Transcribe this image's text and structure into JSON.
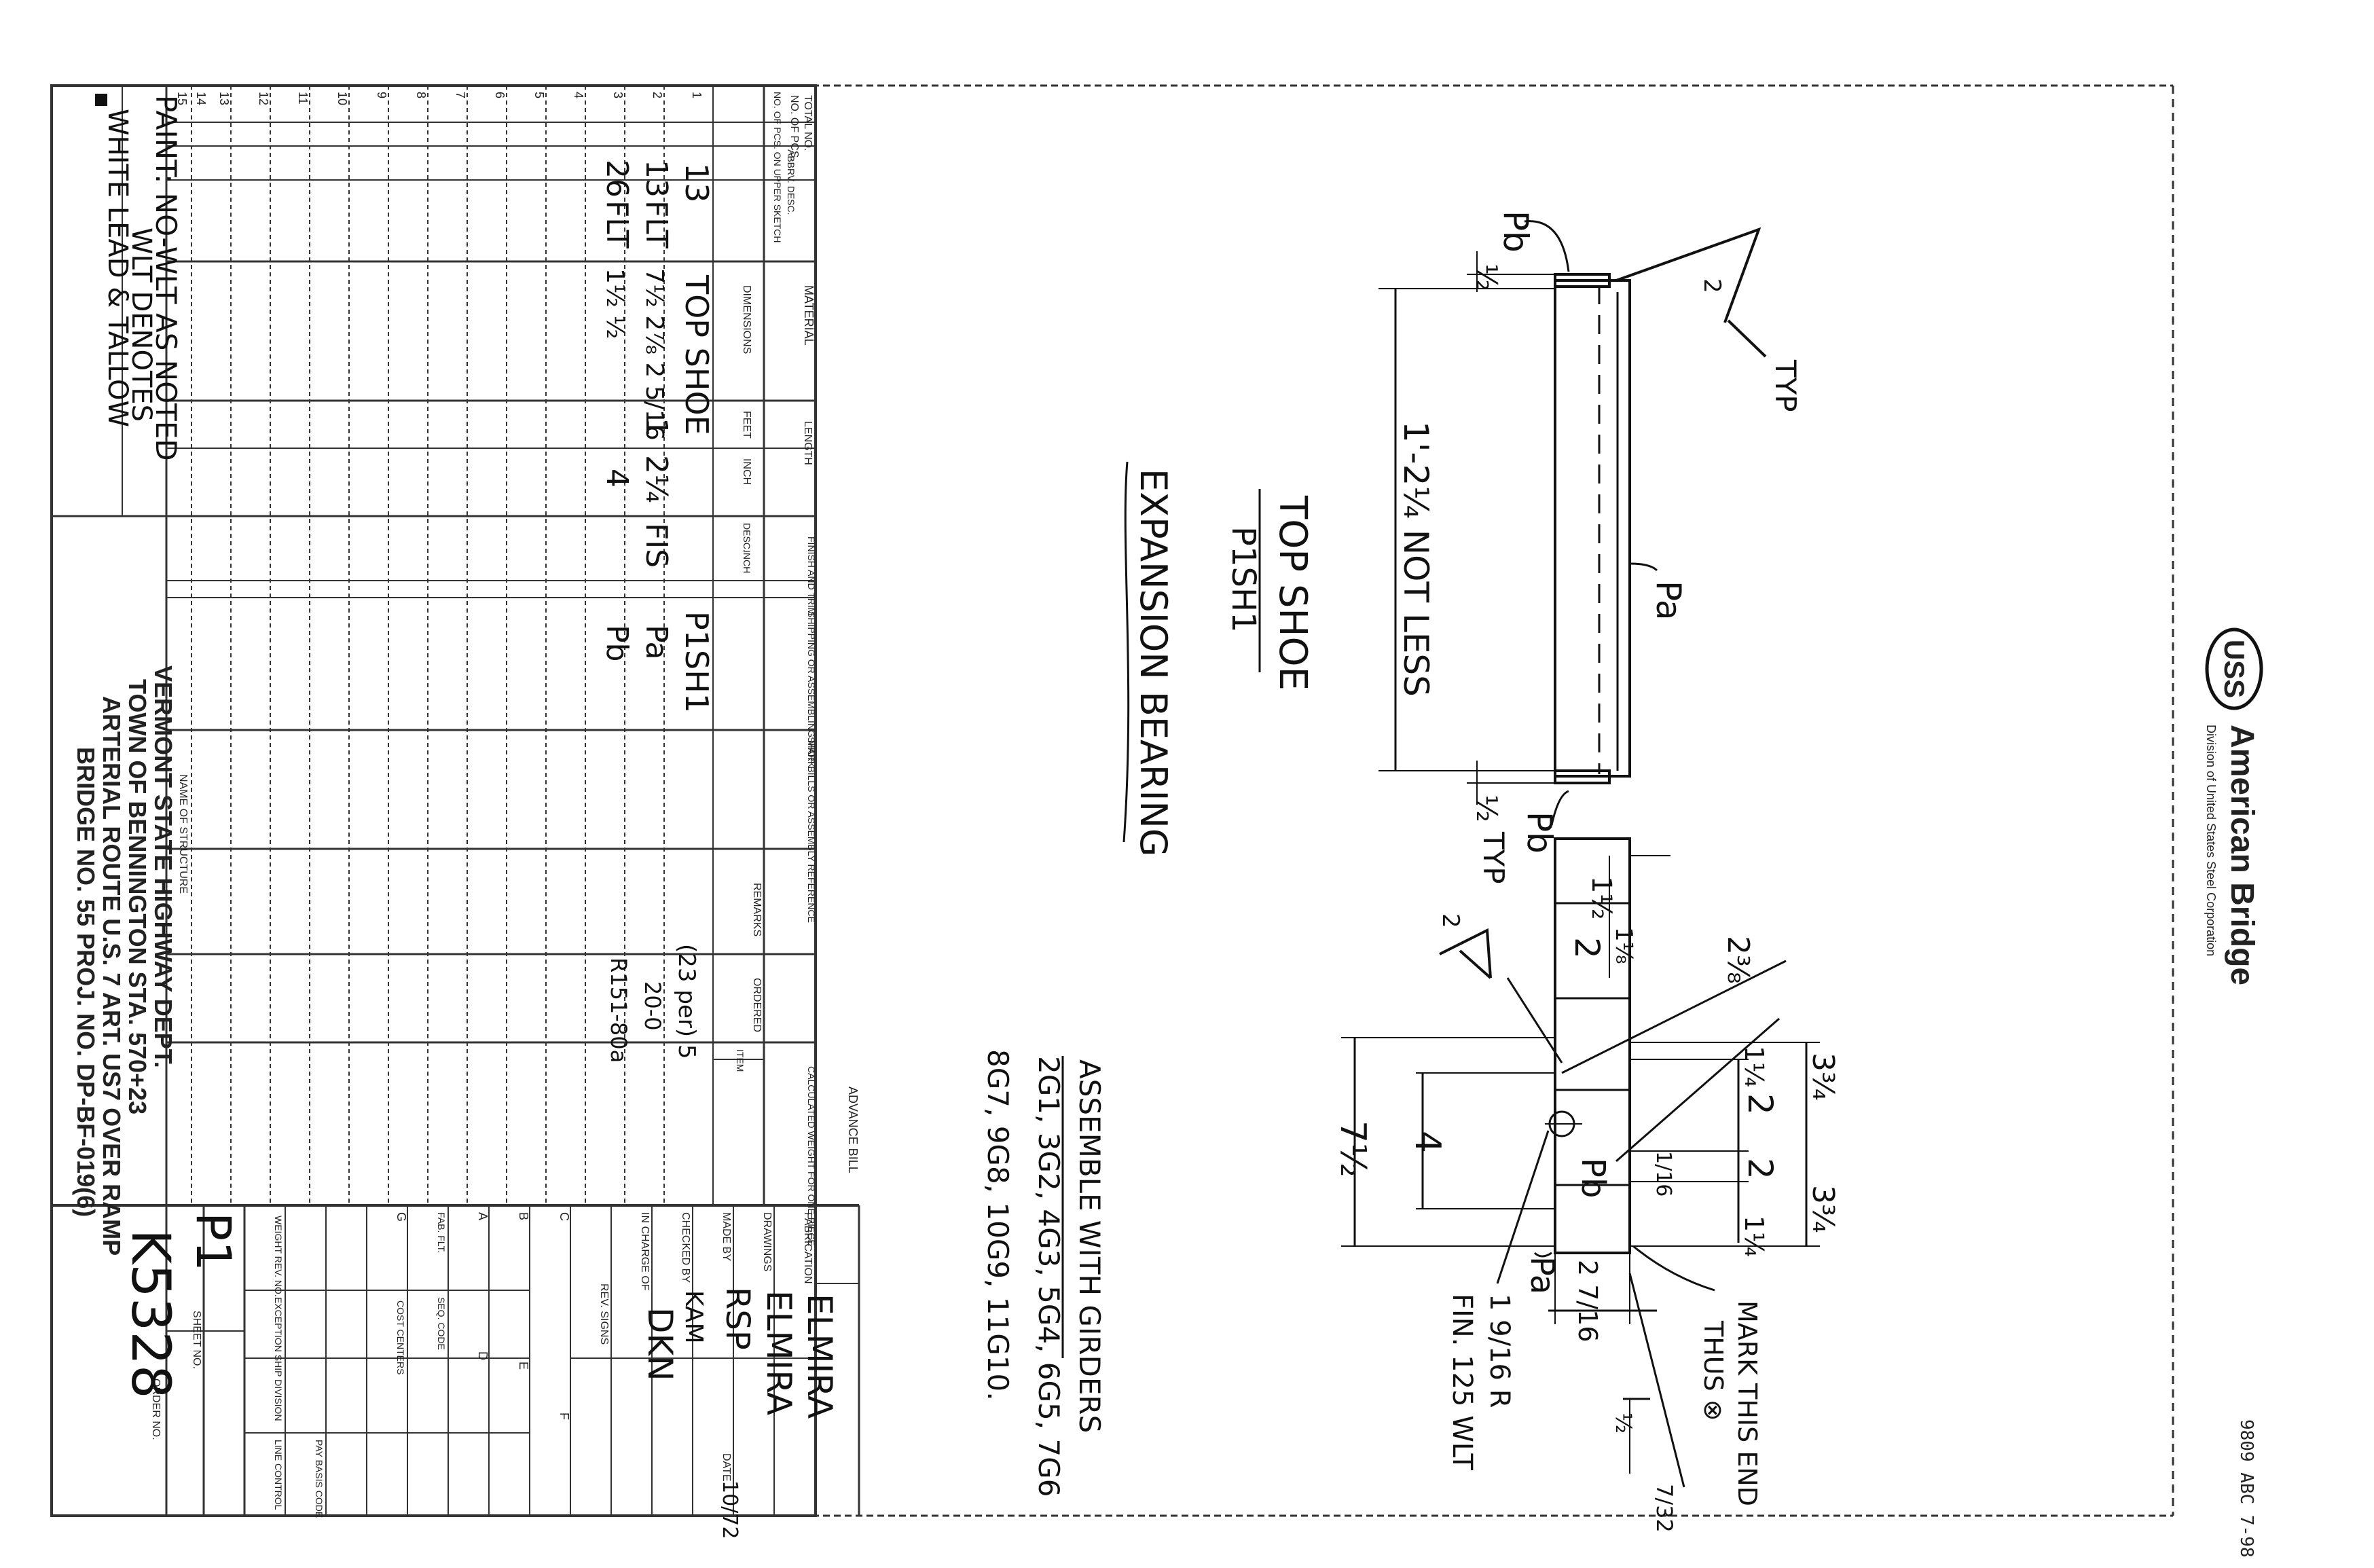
{
  "corner_code": "9809 ABC 7-98",
  "logo": {
    "mark": "USS",
    "name": "American Bridge",
    "division": "Division of United States Steel Corporation"
  },
  "drawing": {
    "title": "TOP SHOE",
    "mark": "P1SH1",
    "subtitle": "EXPANSION BEARING",
    "assemble_title": "ASSEMBLE WITH GIRDERS",
    "assemble_line1": "2G1, 3G2, 4G3, 5G4, 6G5, 7G6",
    "assemble_line2": "8G7, 9G8, 10G9, 11G10.",
    "dims": {
      "length_note": "1'-2¼ NOT LESS",
      "half_a": "½",
      "half_b": "½",
      "one_half": "1½",
      "two_a": "2",
      "two_b": "2",
      "two_c": "2",
      "two_eighths": "2⅜",
      "one_eighths": "1⅛",
      "four": "4",
      "seven_half": "7½",
      "three_q_a": "3¾",
      "three_q_b": "3¾",
      "one_q_a": "1¼",
      "one_q_b": "1¼",
      "two_sixteenth": "2 7/16",
      "one_sixteenth": "1/16",
      "half_c": "½",
      "thirty_second": "7/32",
      "hole": "1 9/16 R",
      "weld_a": "2",
      "weld_b": "2"
    },
    "callouts": {
      "pb_top": "Pb",
      "pa_top": "Pa",
      "pb_mid": "Pb",
      "pb_right": "Pb",
      "pa_bottom": "Pa",
      "typ_a": "TYP",
      "typ_b": "TYP",
      "fin": "FIN. 125 WLT",
      "mark_end": "MARK THIS END",
      "mark_end2": "THUS ⊗"
    }
  },
  "title_block": {
    "advance_bill": "ADVANCE BILL",
    "fabrication_label": "FABRICATION",
    "fabrication_value": "ELMIRA",
    "drawings_label": "DRAWINGS",
    "drawings_value": "ELMIRA",
    "made_by_label": "MADE BY",
    "made_by_value": "RSP",
    "date_label": "DATE",
    "date_value": "10/72",
    "checked_label": "CHECKED BY",
    "checked_value": "KAM",
    "in_charge_label": "IN CHARGE OF",
    "in_charge_value": "DKN",
    "rev_signs": "REV. SIGNS",
    "grid_letters": [
      "A",
      "B",
      "C",
      "D",
      "E",
      "F",
      "G"
    ],
    "fab_label": "FAB. FLT.",
    "seq_label": "SEQ. CODE",
    "cost_centers": "COST CENTERS",
    "weight_label": "WEIGHT REV. NO.",
    "exception_label": "EXCEPTION SHIP DIVISION",
    "line_control": "LINE CONTROL",
    "pay_basis": "PAY BASIS CODE",
    "sheet_label": "SHEET NO.",
    "sheet_value": "P1",
    "order_label": "ORDER NO.",
    "order_value": "K5328"
  },
  "bom": {
    "headers": {
      "total": "TOTAL NO.",
      "num": "NO. OF PCS.",
      "pcs": "NO. OF PCS. ON UPPER SKETCH",
      "abbrev": "ABBRV. DESC.",
      "material": "MATERIAL",
      "dimensions": "DIMENSIONS",
      "length": "LENGTH",
      "feet": "FEET",
      "inch": "INCH",
      "finish": "FINISH AND TRIM",
      "desc": "DESC.",
      "inch2": "INCH",
      "ship": "SHIPPING OR ASSEMBLING MARK",
      "ref": "SHOP BILLS OR ASSEMBLY REFERENCE",
      "remarks": "REMARKS",
      "ordered": "ORDERED",
      "calculated": "CALCULATED WEIGHT FOR ONE PIECE",
      "item": "ITEM"
    },
    "row_numbers": [
      "1",
      "2",
      "3",
      "4",
      "5",
      "6",
      "7",
      "8",
      "9",
      "10",
      "11",
      "12",
      "13",
      "14",
      "15"
    ],
    "rows": [
      {
        "qty": "13",
        "num": "",
        "desc": "TOP SHOE",
        "dims": "",
        "feet": "",
        "inch": "",
        "finish": "",
        "mark": "P1SH1",
        "remarks": "(23 per) 5",
        "ordered": ""
      },
      {
        "qty": "13",
        "num": "",
        "desc": "FLT",
        "dims": "7½  2⅞  2 5/16",
        "feet": "1",
        "inch": "2¼",
        "finish": "FIS",
        "mark": "Pa",
        "remarks": "20-0",
        "ordered": ""
      },
      {
        "qty": "26",
        "num": "",
        "desc": "FLT",
        "dims": "1½  ½",
        "feet": "",
        "inch": "4",
        "finish": "",
        "mark": "Pb",
        "remarks": "R151-80a",
        "ordered": ""
      }
    ],
    "paint_note": "PAINT: NO-WLT AS NOTED",
    "wlt_note": "WLT DENOTES",
    "wlt_note2": "WHITE LEAD & TALLOW",
    "structure_label": "NAME OF STRUCTURE",
    "structure_lines": [
      "VERMONT STATE HIGHWAY DEPT.",
      "TOWN OF BENNINGTON         STA. 570+23",
      "ARTERIAL ROUTE U.S. 7 ART. US7 OVER RAMP",
      "BRIDGE NO. 55  PROJ. NO. DP-BF-019(6)"
    ]
  }
}
